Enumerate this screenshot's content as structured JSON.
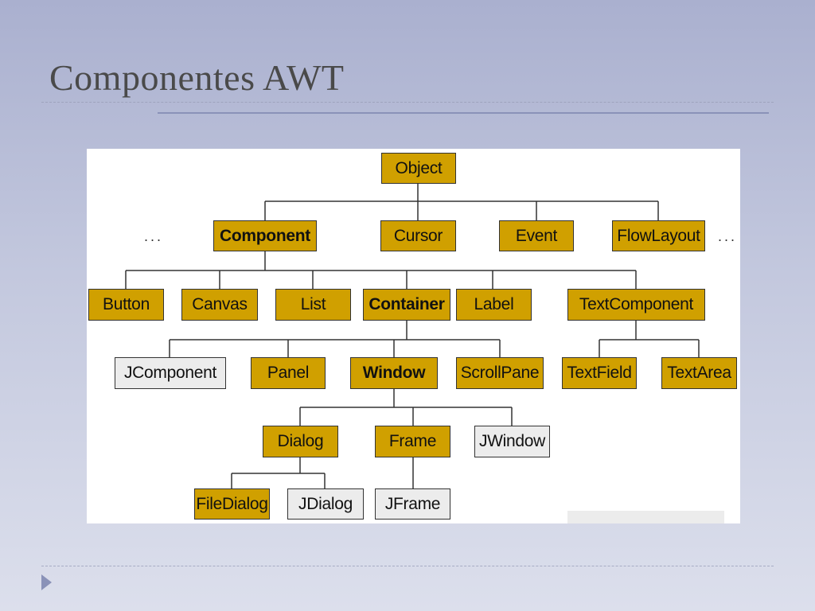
{
  "slide": {
    "title": "Componentes AWT"
  },
  "diagram": {
    "ellipsis_left": "...",
    "ellipsis_right": "...",
    "nodes": {
      "object": "Object",
      "component": "Component",
      "cursor": "Cursor",
      "event": "Event",
      "flowlayout": "FlowLayout",
      "button": "Button",
      "canvas": "Canvas",
      "list": "List",
      "container": "Container",
      "label": "Label",
      "textcomponent": "TextComponent",
      "jcomponent": "JComponent",
      "panel": "Panel",
      "window": "Window",
      "scrollpane": "ScrollPane",
      "textfield": "TextField",
      "textarea": "TextArea",
      "dialog": "Dialog",
      "frame": "Frame",
      "jwindow": "JWindow",
      "filedialog": "FileDialog",
      "jdialog": "JDialog",
      "jframe": "JFrame"
    },
    "colors": {
      "awt_class": "#d0a000",
      "swing_class": "#ececec",
      "connector": "#333333"
    }
  }
}
